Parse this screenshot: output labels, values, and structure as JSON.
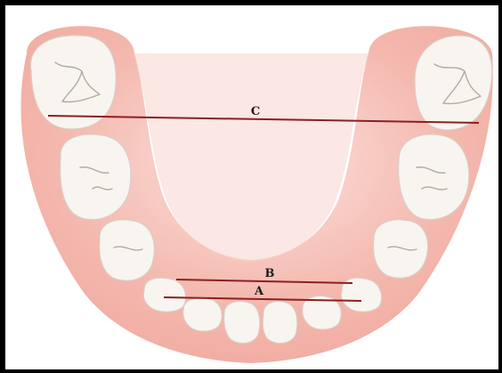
{
  "diagram": {
    "labels": {
      "a": "A",
      "b": "B",
      "c": "C"
    },
    "colors": {
      "gum": "#f1a9a0",
      "gum_light": "#f7cfc8",
      "gum_inner": "#f8d4cd",
      "tooth": "#f8f5f0",
      "measure_line": "#8b2020",
      "frame": "#000000"
    }
  }
}
